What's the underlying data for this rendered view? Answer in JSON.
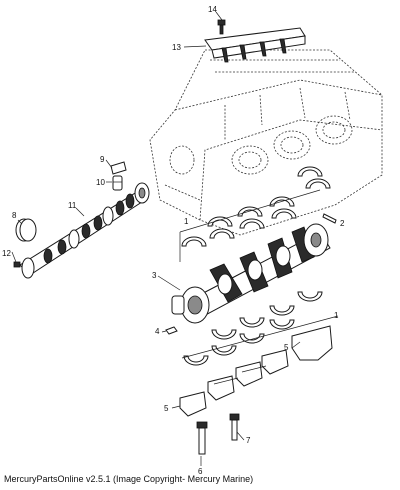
{
  "diagram": {
    "callouts": [
      "14",
      "13",
      "9",
      "10",
      "8",
      "11",
      "12",
      "1",
      "2",
      "3",
      "4",
      "1",
      "5",
      "5",
      "7",
      "6"
    ]
  },
  "footer": {
    "text": "MercuryPartsOnline v2.5.1 (Image Copyright- Mercury Marine)"
  },
  "colors": {
    "line": "#1a1a1a",
    "background": "#ffffff"
  }
}
